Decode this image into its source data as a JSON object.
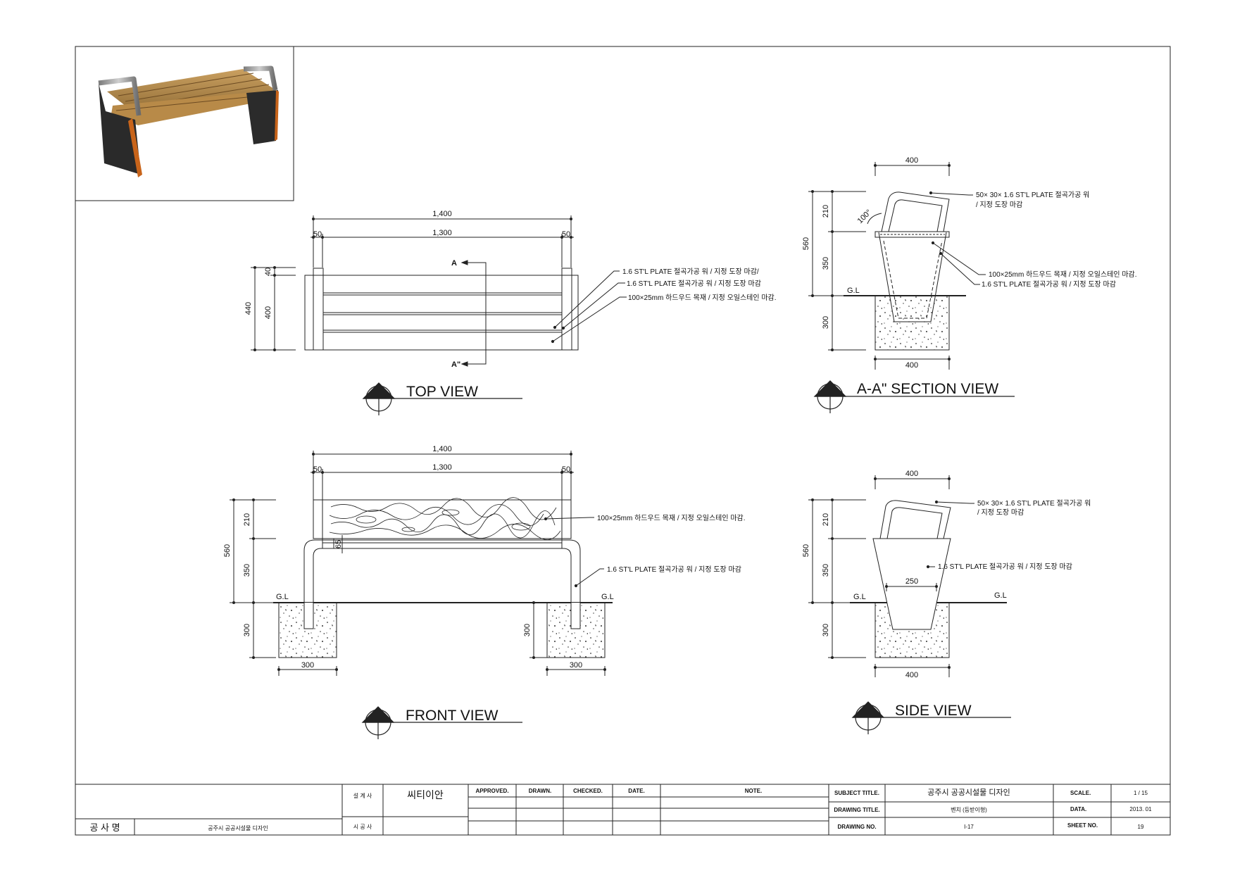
{
  "views": {
    "top": {
      "title": "TOP  VIEW",
      "dims": {
        "overall": "1,400",
        "inner": "1,300",
        "end_left": "50",
        "end_right": "50",
        "depth_total": "440",
        "depth_seat": "400",
        "depth_top": "40"
      },
      "section_a": "A",
      "section_a2": "A\"",
      "notes": [
        "1.6 ST'L PLATE 절곡가공 워 / 지정 도장 마감/",
        "1.6 ST'L PLATE 절곡가공 워 / 지정 도장 마감",
        "100×25mm 하드우드 목재 / 지정 오일스테인 마감."
      ]
    },
    "section": {
      "title": "A-A\" SECTION  VIEW",
      "dims": {
        "top": "400",
        "bottom": "400",
        "total_height": "560",
        "back_height": "210",
        "seat_height": "350",
        "footing": "300",
        "angle": "100°"
      },
      "gl": "G.L",
      "notes": [
        "50× 30× 1.6 ST'L PLATE 절곡가공 워",
        "/ 지정 도장 마감",
        "100×25mm 하드우드 목재 / 지정 오일스테인 마감.",
        "1.6 ST'L PLATE 절곡가공 워 / 지정 도장 마감"
      ]
    },
    "front": {
      "title": "FRONT  VIEW",
      "dims": {
        "overall": "1,400",
        "inner": "1,300",
        "end_left": "50",
        "end_right": "50",
        "total_height": "560",
        "back_height": "210",
        "seat_height": "350",
        "footing_left": "300",
        "footing_right": "300",
        "footing_w_left": "300",
        "footing_w_right": "300",
        "seat_gap": "65"
      },
      "gl_left": "G.L",
      "gl_right": "G.L",
      "notes": [
        "100×25mm 하드우드 목재 / 지정 오일스테인 마감.",
        "1.6 ST'L PLATE 절곡가공 워 / 지정 도장 마감"
      ]
    },
    "side": {
      "title": "SIDE  VIEW",
      "dims": {
        "top": "400",
        "bottom": "400",
        "mid": "250",
        "total_height": "560",
        "back_height": "210",
        "seat_height": "350",
        "footing": "300"
      },
      "gl_left": "G.L",
      "gl_right": "G.L",
      "notes": [
        "50× 30× 1.6 ST'L PLATE 절곡가공 워",
        "/ 지정 도장 마감",
        "1.6 ST'L PLATE 절곡가공 워 / 지정 도장 마감"
      ]
    }
  },
  "title_block": {
    "project_label": "공 사 명",
    "project_name": "공주시 공공시설물 디자인",
    "designer_label": "설 계 사",
    "designer_value": "씨티이안",
    "contractor_label": "시 공 사",
    "approved": "APPROVED.",
    "drawn": "DRAWN.",
    "checked": "CHECKED.",
    "date": "DATE.",
    "note": "NOTE.",
    "subject_label": "SUBJECT TITLE.",
    "subject_value": "공주시 공공시설물 디자인",
    "drawing_title_label": "DRAWING TITLE.",
    "drawing_title_value": "벤치 (등받이형)",
    "drawing_no_label": "DRAWING NO.",
    "drawing_no_value": "I-17",
    "scale_label": "SCALE.",
    "scale_value": "1 / 15",
    "data_label": "DATA.",
    "data_value": "2013. 01",
    "sheet_label": "SHEET NO.",
    "sheet_value": "19"
  }
}
